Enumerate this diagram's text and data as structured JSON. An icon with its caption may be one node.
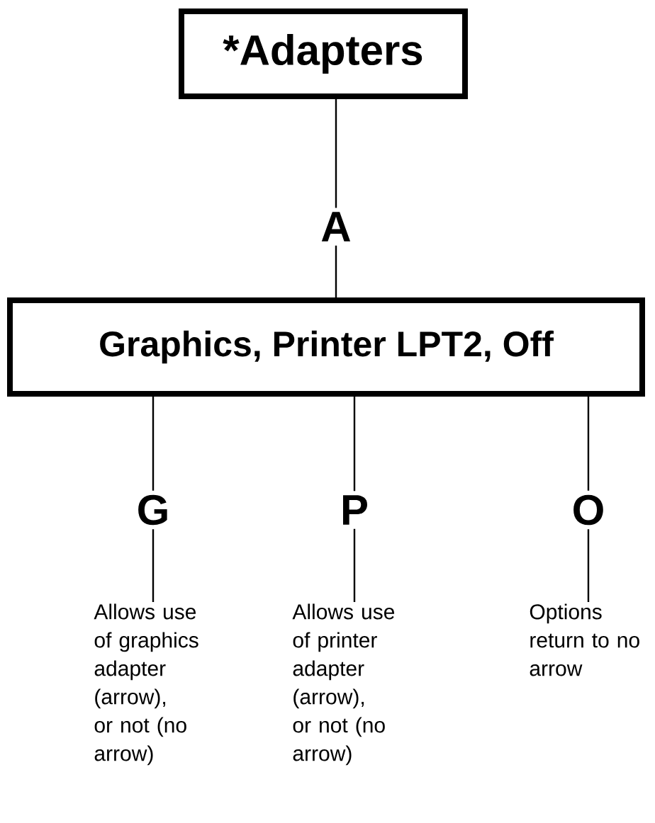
{
  "diagram": {
    "nodes": [
      {
        "text": [
          "*Adapters"
        ]
      },
      {
        "text": [
          "Graphics, Printer LPT2, Off"
        ]
      },
      {
        "text": [
          "Allows use of graphics adapter (arrow), or not (no arrow)"
        ]
      },
      {
        "text": [
          "Allows use of printer adapter (arrow), or not (no arrow)"
        ]
      },
      {
        "text": [
          "Options return to no arrow"
        ]
      }
    ],
    "edges": [
      {
        "from": 0,
        "to": 1,
        "arrow": "none",
        "label": "A"
      },
      {
        "from": 1,
        "to": 2,
        "arrow": "none",
        "label": "G"
      },
      {
        "from": 1,
        "to": 3,
        "arrow": "none",
        "label": "P"
      },
      {
        "from": 1,
        "to": 4,
        "arrow": "none",
        "label": "O"
      }
    ]
  }
}
